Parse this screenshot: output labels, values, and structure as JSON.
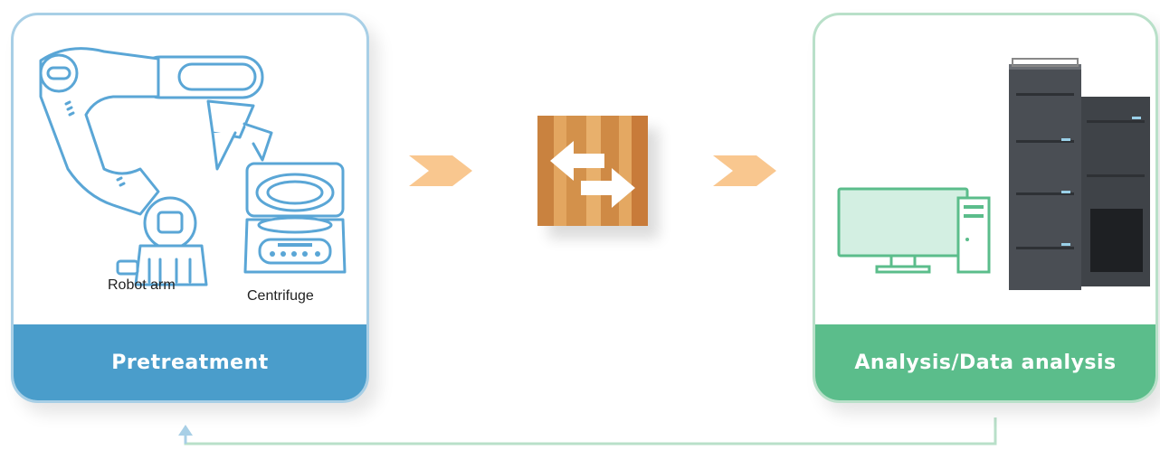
{
  "pretreatment": {
    "title": "Pretreatment",
    "device_labels": [
      "Robot arm",
      "Centrifuge"
    ]
  },
  "analysis": {
    "title": "Analysis/Data analysis"
  },
  "icons": {
    "left_chevron": "chevron-right-icon",
    "transfer": "transfer-arrows-icon",
    "right_chevron": "chevron-right-icon"
  },
  "colors": {
    "pretreatment_accent": "#4a9dcb",
    "analysis_accent": "#5bbd8b",
    "chevron": "#f9c78f",
    "line_art": "#5aa6d6",
    "feedback_loop": "#a8cfe6"
  }
}
